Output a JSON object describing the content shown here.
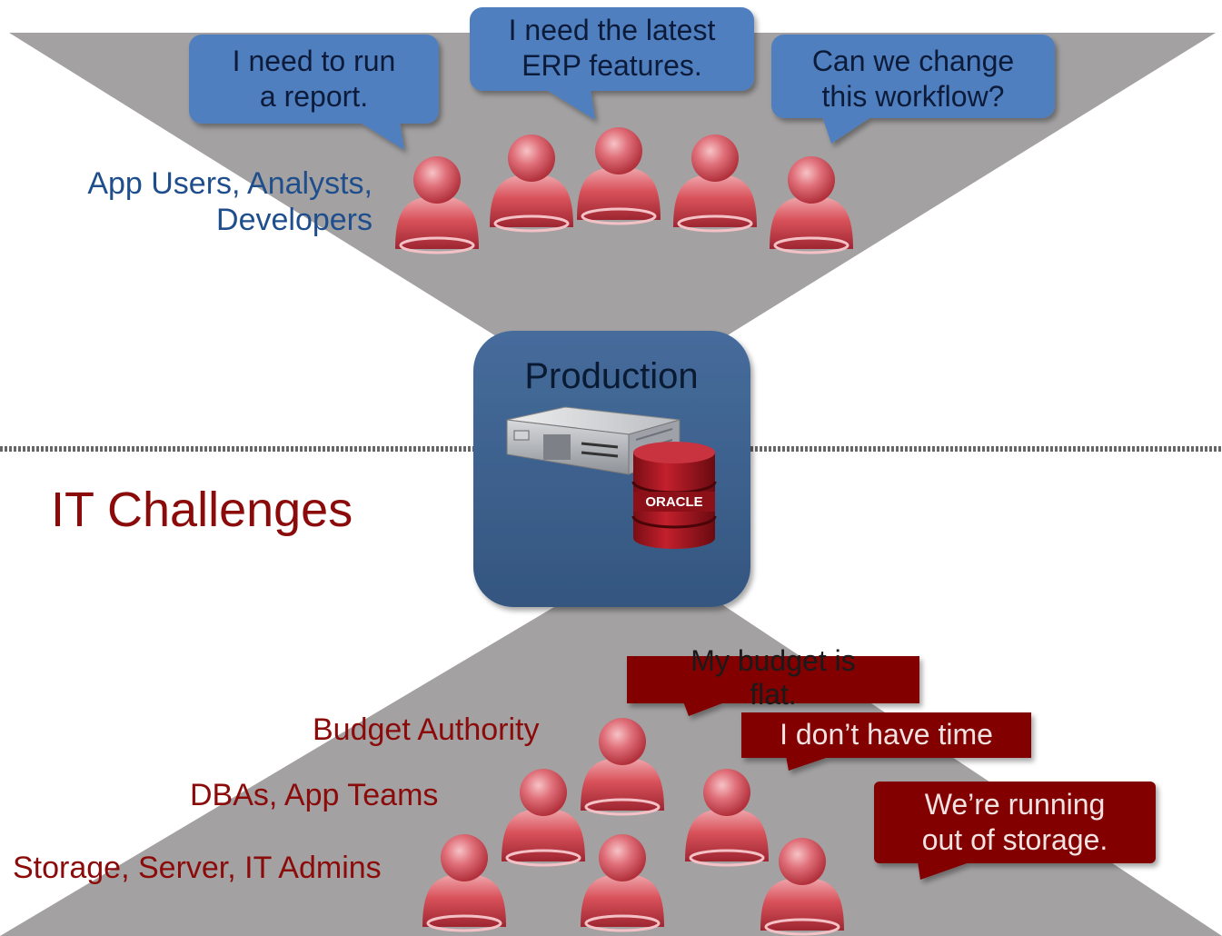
{
  "top_group": {
    "label_line1": "App Users, Analysts,",
    "label_line2": "Developers",
    "bubbles": [
      {
        "line1": "I need to run",
        "line2": "a report."
      },
      {
        "line1": "I need the latest",
        "line2": "ERP features."
      },
      {
        "line1": "Can we change",
        "line2": "this workflow?"
      }
    ]
  },
  "center": {
    "title": "Production",
    "db_logo_text": "ORACLE"
  },
  "section_title": "IT Challenges",
  "bottom_group": {
    "labels": [
      "Budget Authority",
      "DBAs, App Teams",
      "Storage, Server, IT Admins"
    ],
    "bubbles": [
      {
        "line1": "My budget is",
        "line2": "flat."
      },
      {
        "line1": "I don’t have time",
        "line2": ""
      },
      {
        "line1": "We’re running",
        "line2": "out of storage."
      }
    ]
  },
  "colors": {
    "funnel_gray": "#a3a1a2",
    "blue_bubble": "#4f7fbe",
    "red_bubble": "#820000",
    "production_box": "#3b5f8e",
    "label_blue": "#1f4e8c",
    "label_red": "#8b0a0a",
    "person_red": "#d9525b"
  }
}
